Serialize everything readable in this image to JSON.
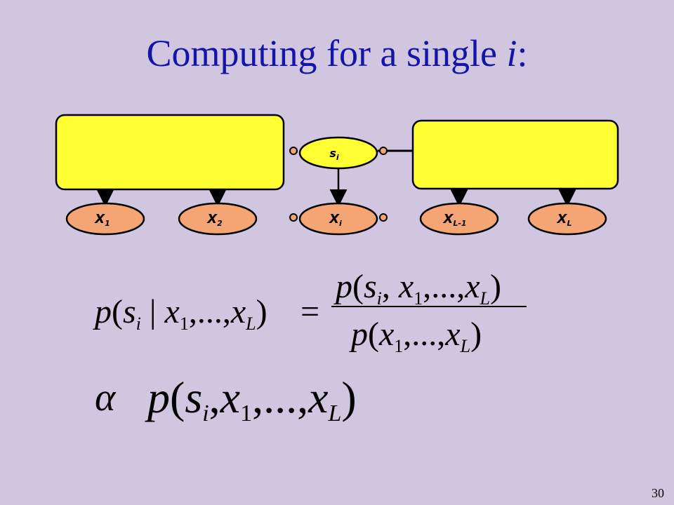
{
  "slide": {
    "title_main": "Computing for a single ",
    "title_var": "i",
    "title_tail": ":",
    "page_number": "30"
  },
  "diagram": {
    "nodes": {
      "s_i": {
        "base": "s",
        "sub": "i"
      },
      "x_1": {
        "base": "X",
        "sub": "1"
      },
      "x_2": {
        "base": "X",
        "sub": "2"
      },
      "x_i": {
        "base": "X",
        "sub": "i"
      },
      "x_l_minus_1": {
        "base": "X",
        "sub": "L-1"
      },
      "x_l": {
        "base": "X",
        "sub": "L"
      }
    },
    "colors": {
      "box_fill": "#ffff33",
      "node_fill": "#f5a573",
      "node_center_fill": "#ffff33",
      "connector_fill": "#f5a573",
      "title": "#1414a8",
      "background": "#d1c6e0"
    }
  },
  "formulas": {
    "posterior": "p(s_i | x_1,...,x_L) = p(s_i, x_1,...,x_L) / p(x_1,...,x_L)",
    "proportional": "α p(s_i, x_1,...,x_L)"
  }
}
